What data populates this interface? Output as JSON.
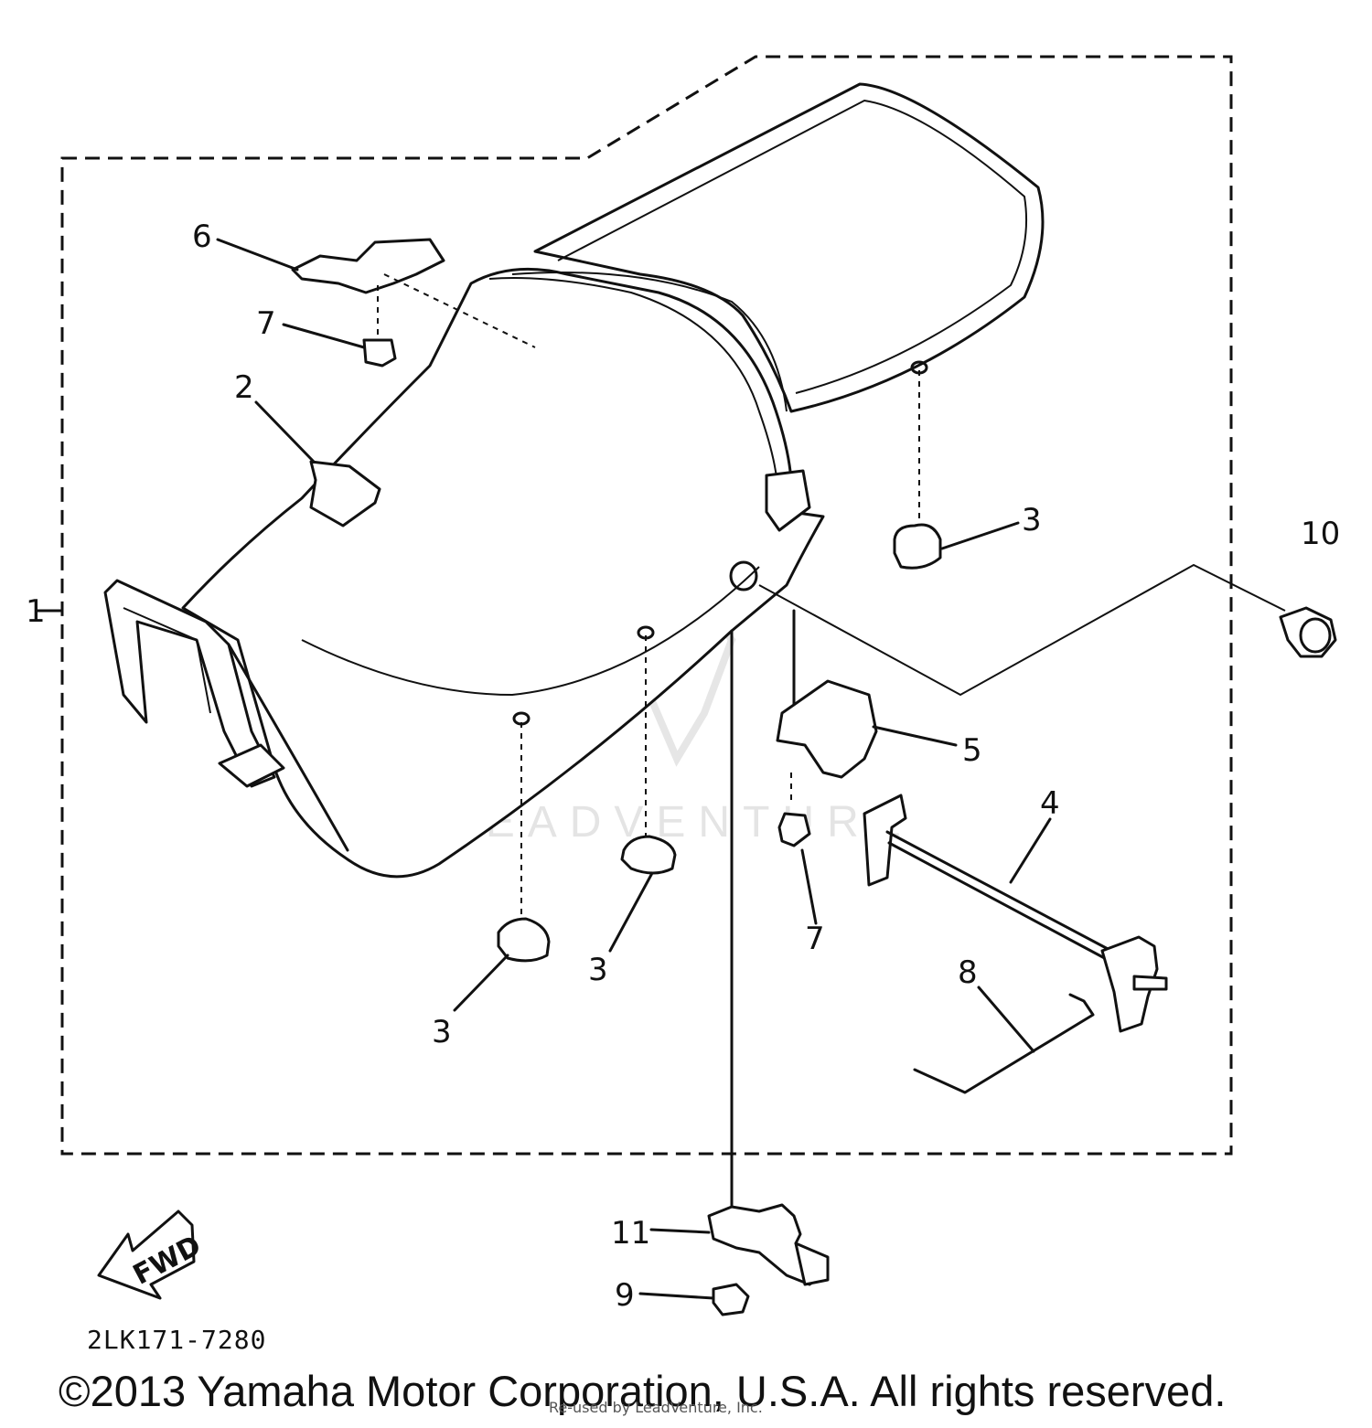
{
  "diagram": {
    "part_numbers": {
      "p1": "1",
      "p2": "2",
      "p3": "3",
      "p4": "4",
      "p5": "5",
      "p6": "6",
      "p7": "7",
      "p8": "8",
      "p9": "9",
      "p10": "10",
      "p11": "11"
    },
    "direction_arrow_label": "FWD",
    "diagram_code": "2LK171-7280",
    "watermark": "LEADVENTURE",
    "copyright": "©2013 Yamaha Motor Corporation, U.S.A. All rights reserved.",
    "reprint_notice": "Re-used by LeadVenture, Inc."
  }
}
